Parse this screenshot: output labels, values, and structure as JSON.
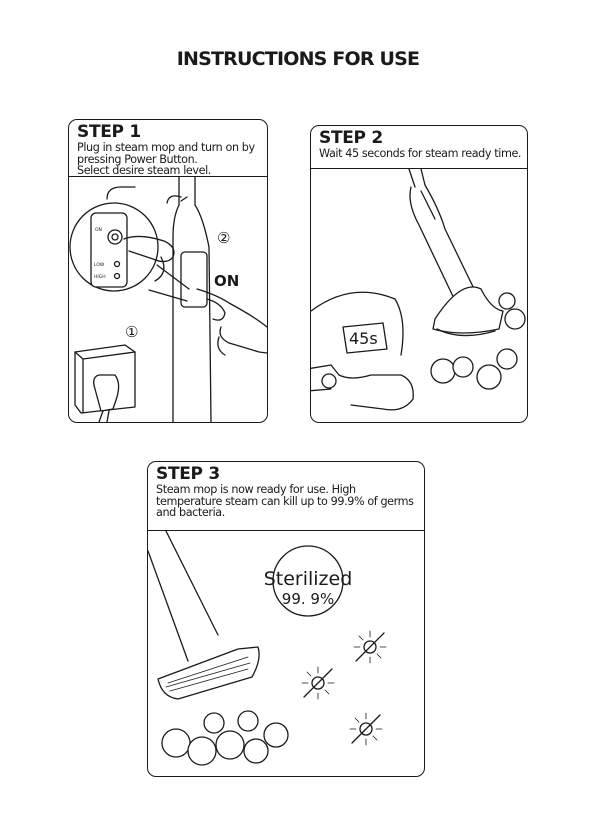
{
  "page": {
    "title": "INSTRUCTIONS FOR USE"
  },
  "steps": [
    {
      "title": "STEP 1",
      "lines": [
        "Plug in steam mop and turn on by",
        "pressing Power Button.",
        "Select desire steam level."
      ],
      "callouts": {
        "circle_one": "①",
        "circle_two": "②",
        "on_label": "ON"
      },
      "panel_labels": {
        "on": "ON",
        "low": "LOW",
        "high": "HIGH"
      }
    },
    {
      "title": "STEP 2",
      "lines": [
        "Wait 45 seconds for steam ready time."
      ],
      "timer": "45s"
    },
    {
      "title": "STEP 3",
      "lines": [
        "Steam mop is now ready for use.  High",
        "temperature steam can kill up to 99.9% of germs",
        "and bacteria."
      ],
      "badge": {
        "line1": "Sterilized",
        "line2": "99. 9%"
      }
    }
  ]
}
